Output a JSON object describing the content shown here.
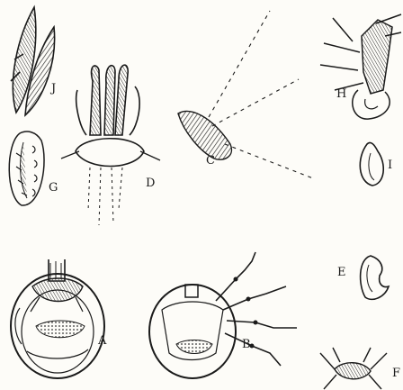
{
  "labels": {
    "a": "A",
    "b": "B.",
    "c": "C",
    "d": "D",
    "e": "E",
    "f": "F",
    "g": "G",
    "h": "H",
    "i": "I",
    "j": "J"
  }
}
